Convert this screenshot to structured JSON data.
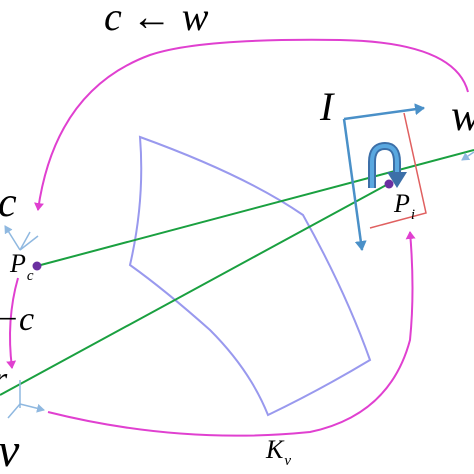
{
  "labels": {
    "transform_title": "c ← w",
    "image_plane": "I",
    "world_frame": "w",
    "camera_frame": "c",
    "point_camera": "P",
    "point_camera_sub": "c",
    "point_image": "P",
    "point_image_sub": "i",
    "minus_c": "−c",
    "view_frame": "v",
    "edge_left": "r",
    "matrix": "K",
    "matrix_sub": "v"
  },
  "colors": {
    "magenta": "#e040d0",
    "green": "#1aa040",
    "blue_axis": "#4a90c8",
    "light_blue": "#8fb8e0",
    "lavender": "#9999ee",
    "red": "#e06060",
    "point": "#6a2fa0",
    "text": "#000000"
  }
}
